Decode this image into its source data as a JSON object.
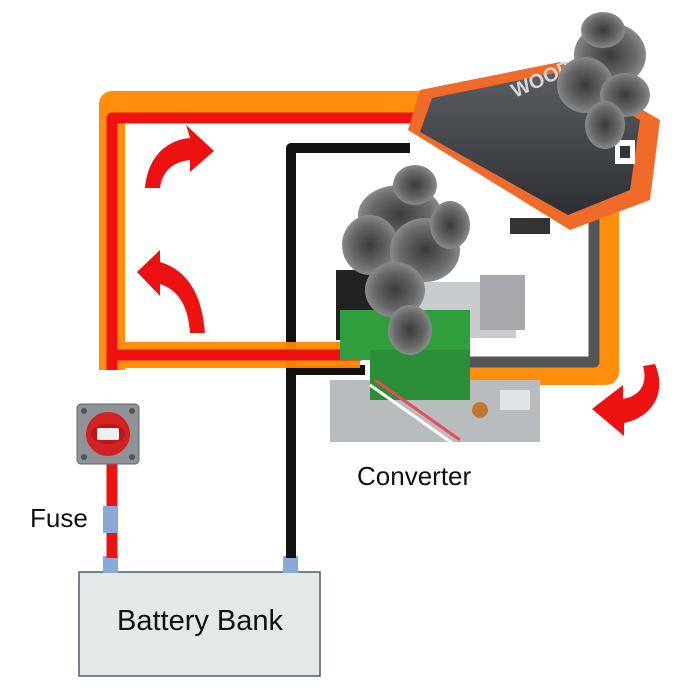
{
  "labels": {
    "fuse": "Fuse",
    "converter": "Converter",
    "battery": "Battery Bank",
    "inverter_brand": "WOOD"
  },
  "icons": {
    "flow_arrows": "curved-arrow-icon",
    "smoke": "smoke-icon",
    "switch": "battery-switch-icon"
  },
  "colors": {
    "positive_wire": "#ee1111",
    "loop_highlight": "#ff8800",
    "negative_wire": "#111111",
    "flow_arrow": "#ee1111",
    "battery_fill": "#e3e8e8",
    "terminal": "#88aad6",
    "inverter_accent": "#f06a2a",
    "inverter_body": "#3a3d42",
    "smoke": "#555555"
  }
}
